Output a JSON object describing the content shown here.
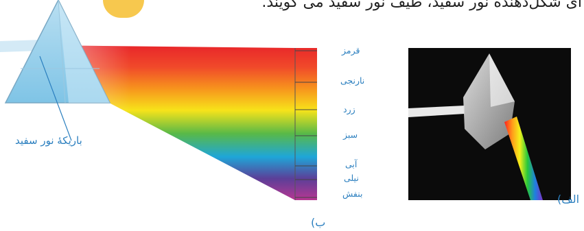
{
  "header": {
    "text": "ای شکل‌دهنده نور سفید، طیف نور سفید می گویند."
  },
  "beam_label": "باریکهٔ نور سفید",
  "spectrum_labels": [
    "قرمز",
    "نارنجی",
    "زرد",
    "سبز",
    "آبی",
    "نیلی",
    "بنفش"
  ],
  "captions": {
    "a": "الف)",
    "b": "ب)"
  },
  "colors": {
    "label_blue": "#2b7fbf",
    "watermark_gray": "#d2d2d2",
    "accent_yellow": "#f6c23b"
  }
}
